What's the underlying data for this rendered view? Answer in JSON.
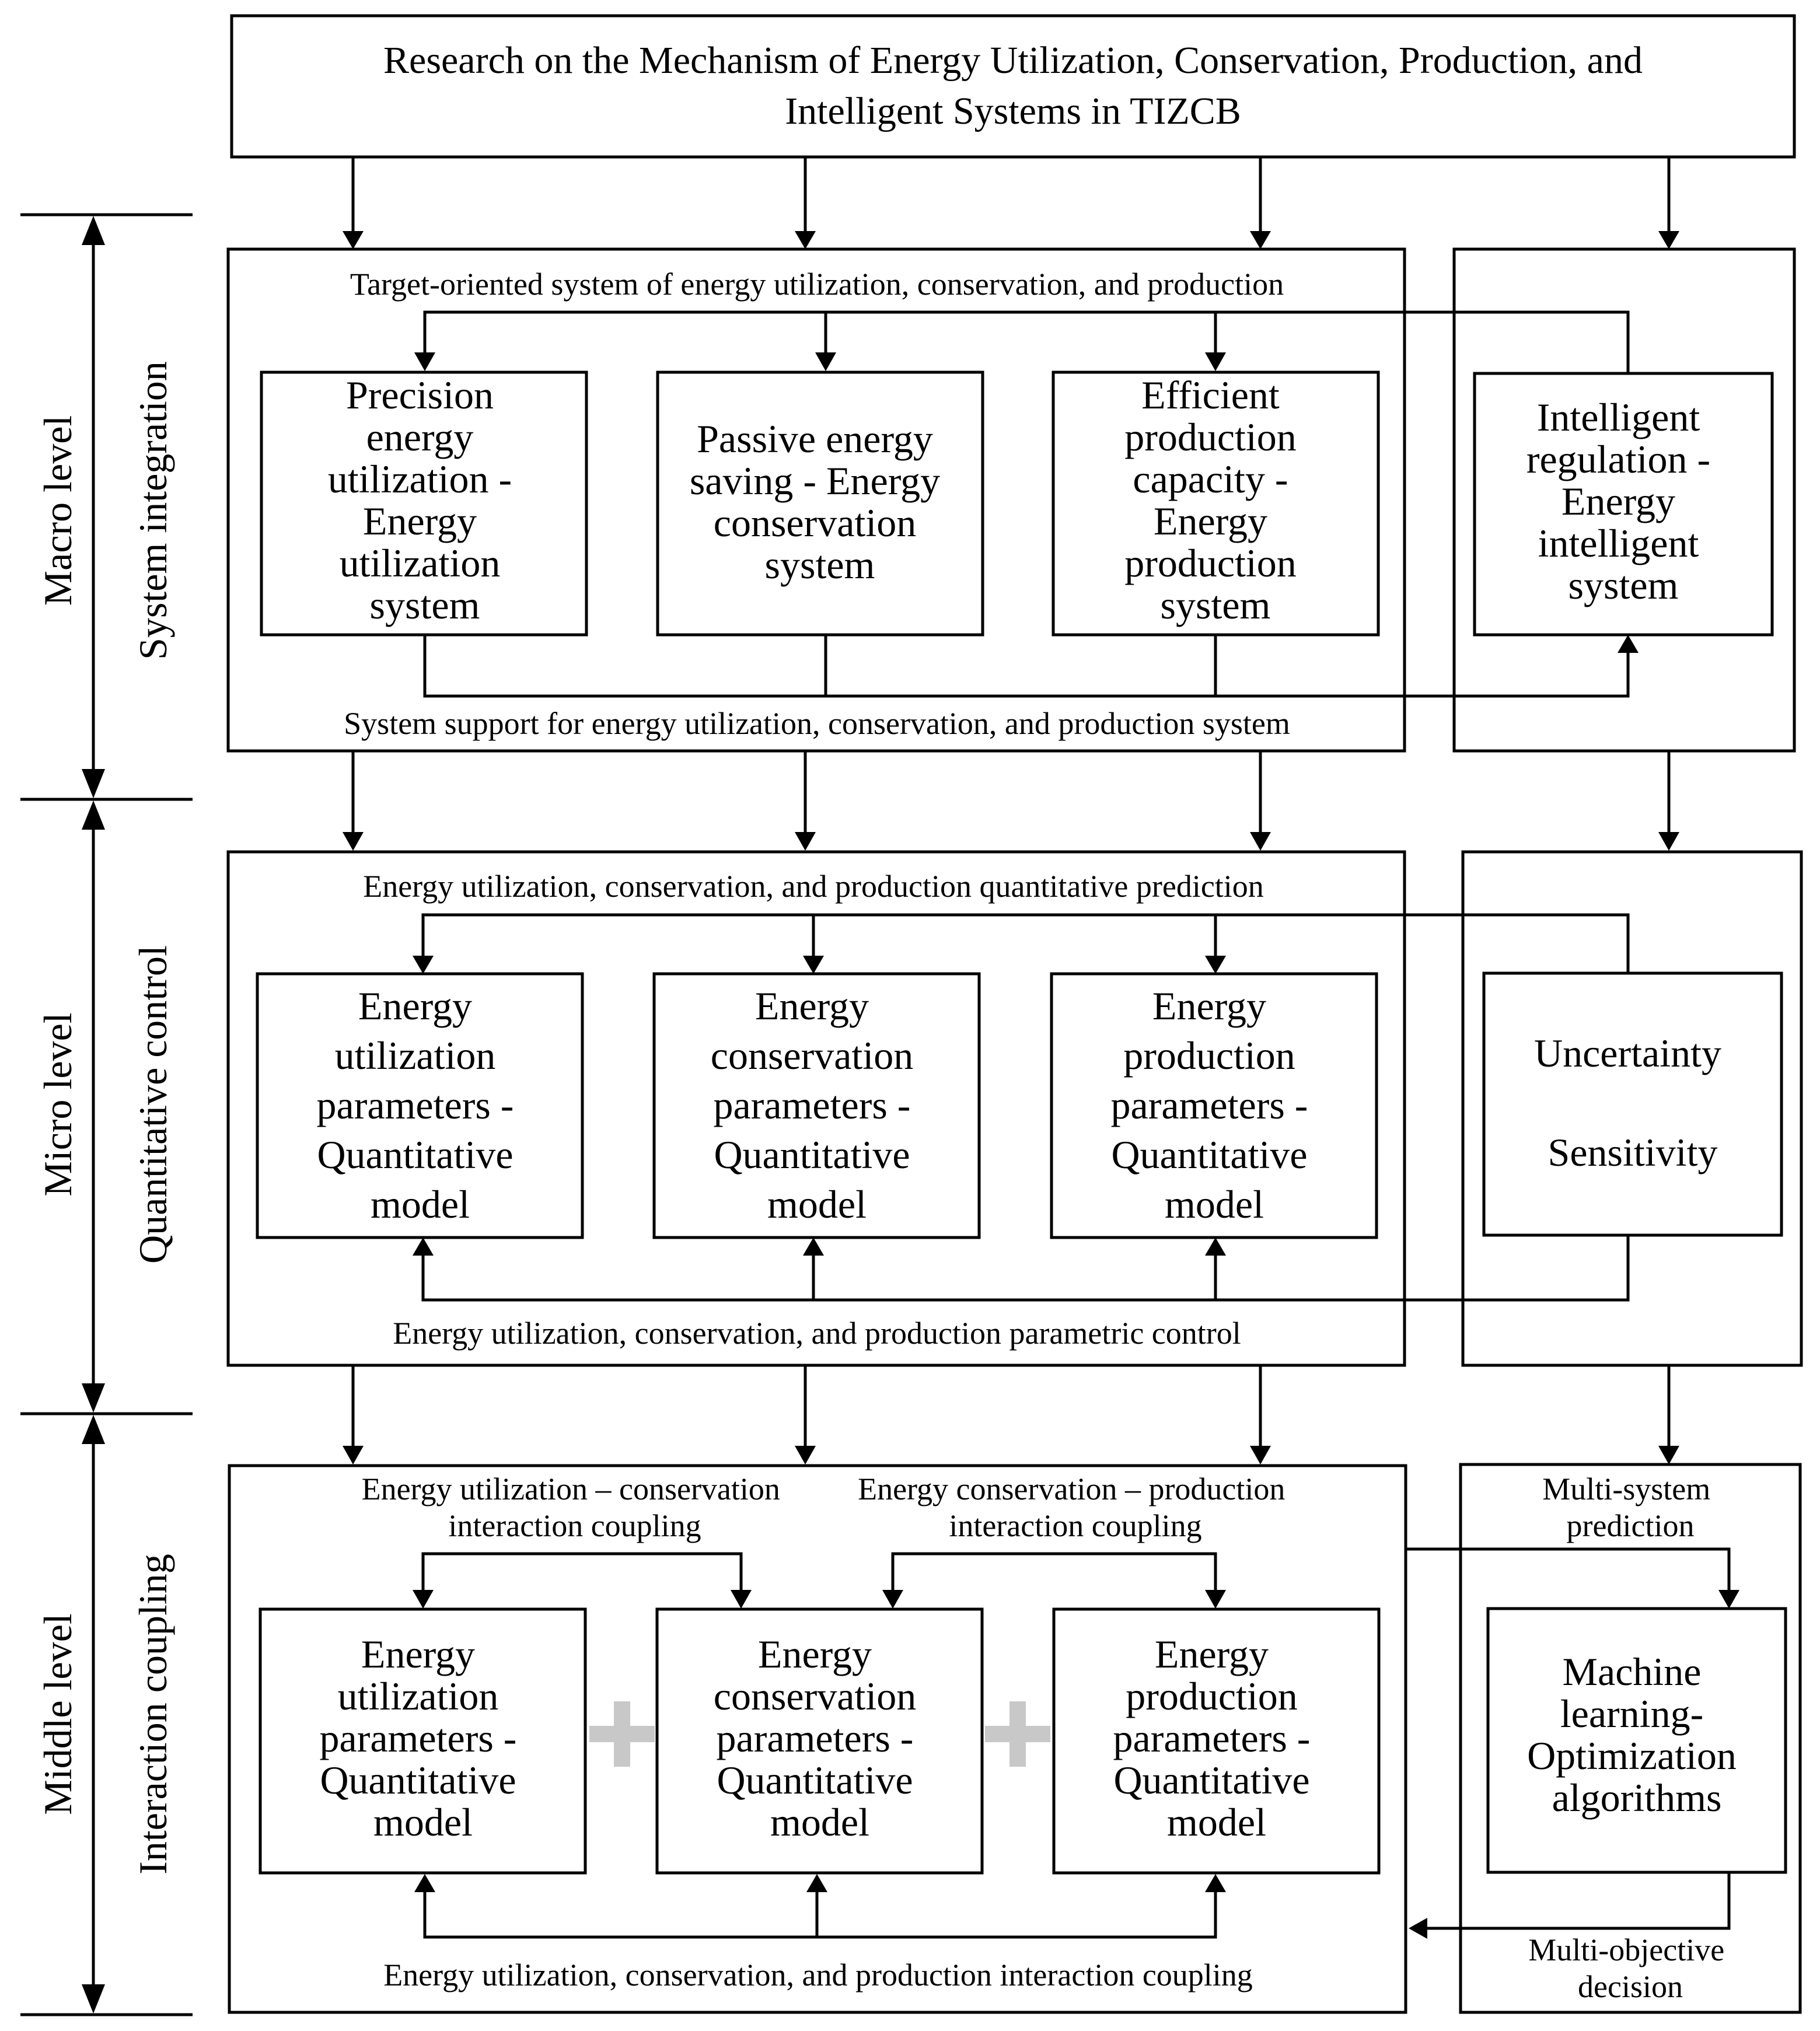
{
  "title": [
    "Research on the Mechanism of Energy Utilization, Conservation, Production, and",
    "Intelligent Systems in TIZCB"
  ],
  "levels": {
    "macro": {
      "level": "Macro level",
      "sub": "System integration"
    },
    "micro": {
      "level": "Micro level",
      "sub": "Quantitative control"
    },
    "middle": {
      "level": "Middle level",
      "sub": "Interaction coupling"
    }
  },
  "macro": {
    "top_label": "Target-oriented system of energy utilization, conservation, and production",
    "bottom_label": "System support for energy utilization, conservation, and production system",
    "boxes": [
      [
        "Precision",
        "energy",
        "utilization -",
        "Energy",
        "utilization",
        "system"
      ],
      [
        "Passive energy",
        "saving - Energy",
        "conservation",
        "system"
      ],
      [
        "Efficient",
        "production",
        "capacity -",
        "Energy",
        "production",
        "system"
      ]
    ],
    "side_box": [
      "Intelligent",
      "regulation -",
      "Energy",
      "intelligent",
      "system"
    ]
  },
  "micro": {
    "top_label": "Energy utilization, conservation, and production quantitative prediction",
    "bottom_label": "Energy utilization, conservation, and production parametric control",
    "boxes": [
      [
        "Energy",
        "utilization",
        "parameters -",
        "Quantitative",
        "model"
      ],
      [
        "Energy",
        "conservation",
        "parameters -",
        "Quantitative",
        "model"
      ],
      [
        "Energy",
        "production",
        "parameters -",
        "Quantitative",
        "model"
      ]
    ],
    "side_box": [
      "Uncertainty",
      "Sensitivity"
    ]
  },
  "middle": {
    "coupling_left": [
      "Energy utilization – conservation",
      "interaction coupling"
    ],
    "coupling_right": [
      "Energy conservation – production",
      "interaction coupling"
    ],
    "bottom_label": "Energy utilization, conservation, and production interaction coupling",
    "boxes": [
      [
        "Energy",
        "utilization",
        "parameters -",
        "Quantitative",
        "model"
      ],
      [
        "Energy",
        "conservation",
        "parameters -",
        "Quantitative",
        "model"
      ],
      [
        "Energy",
        "production",
        "parameters -",
        "Quantitative",
        "model"
      ]
    ],
    "side_top": [
      "Multi-system",
      "prediction"
    ],
    "side_box": [
      "Machine",
      "learning-",
      "Optimization",
      "algorithms"
    ],
    "side_bottom": [
      "Multi-objective",
      "decision"
    ]
  },
  "colors": {
    "line": "#000000",
    "plus": "#c8c8c8",
    "background": "#ffffff"
  }
}
